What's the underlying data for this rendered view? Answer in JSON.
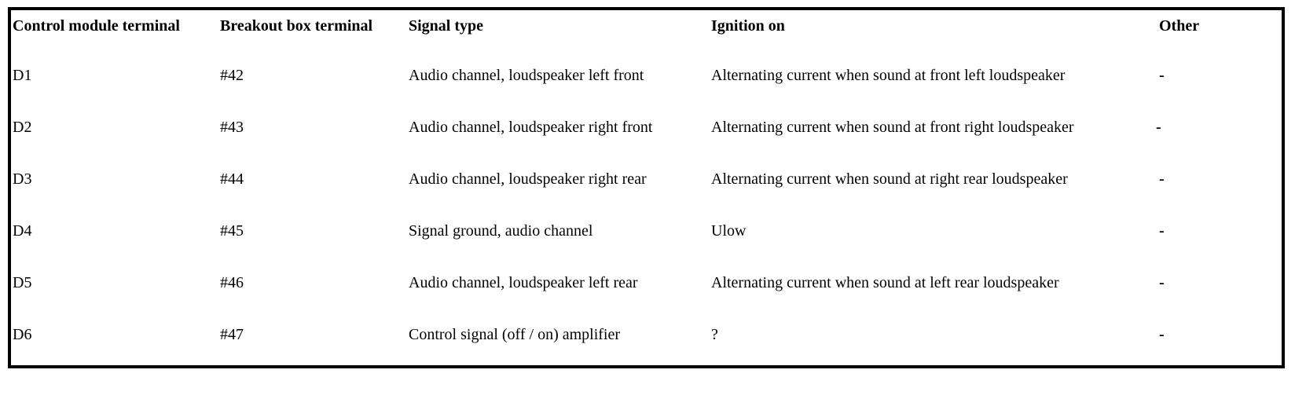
{
  "table": {
    "headers": [
      "Control module terminal",
      "Breakout box terminal",
      "Signal type",
      "Ignition on",
      "Other"
    ],
    "rows": [
      [
        "D1",
        "#42",
        "Audio channel, loudspeaker left front",
        "Alternating current when sound at front left loudspeaker",
        "-"
      ],
      [
        "D2",
        "#43",
        "Audio channel, loudspeaker right front",
        "Alternating current when sound at front right loudspeaker",
        "-"
      ],
      [
        "D3",
        "#44",
        "Audio channel, loudspeaker right rear",
        "Alternating current when sound at right rear loudspeaker",
        "-"
      ],
      [
        "D4",
        "#45",
        "Signal ground, audio channel",
        "Ulow",
        "-"
      ],
      [
        "D5",
        "#46",
        "Audio channel, loudspeaker left rear",
        "Alternating current when sound at left rear loudspeaker",
        "-"
      ],
      [
        "D6",
        "#47",
        "Control signal (off / on) amplifier",
        "?",
        "-"
      ]
    ]
  }
}
